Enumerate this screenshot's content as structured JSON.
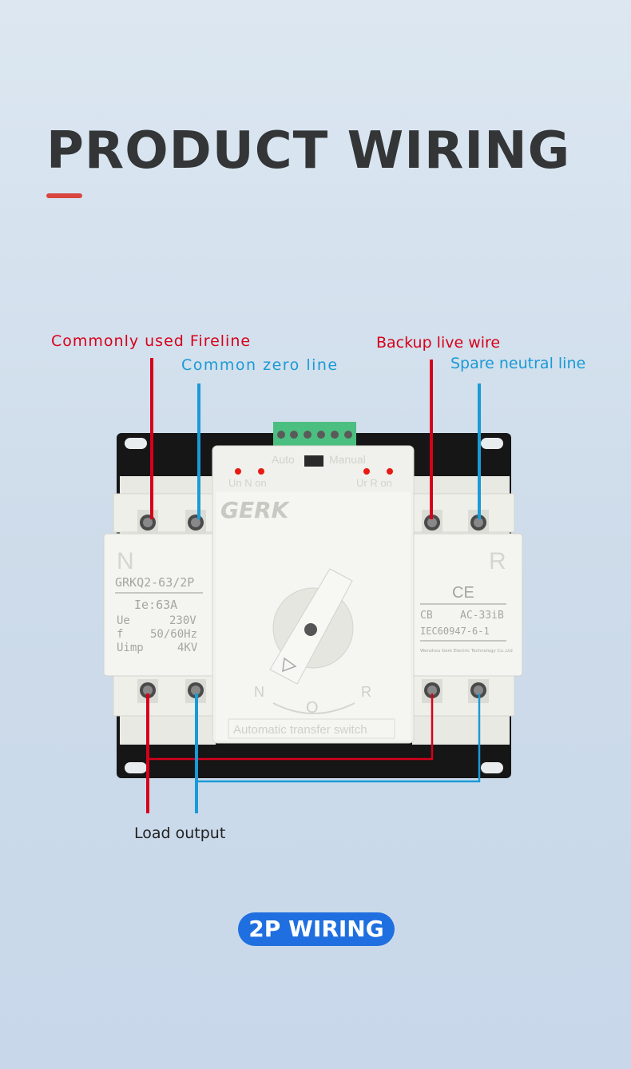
{
  "title": "PRODUCT WIRING",
  "labels": {
    "common_fireline": "Commonly used Fireline",
    "common_zero": "Common zero line",
    "backup_live": "Backup live wire",
    "spare_neutral": "Spare neutral line",
    "load_output": "Load output"
  },
  "device": {
    "brand": "GERK",
    "left_letter": "N",
    "right_letter": "R",
    "model": "GRKQ2-63/2P",
    "current": "Ie:63A",
    "spec_ue_label": "Ue",
    "spec_ue_value": "230V",
    "spec_f_label": "f",
    "spec_f_value": "50/60Hz",
    "spec_uimp_label": "Uimp",
    "spec_uimp_value": "4KV",
    "ce_mark": "CE",
    "cb_label": "CB",
    "category": "AC-33iB",
    "standard": "IEC60947-6-1",
    "maker": "Wenzhou Gerk Electric Technology Co.,Ltd",
    "indicator_left": "Un N on",
    "indicator_right": "Ur R on",
    "mode_auto": "Auto",
    "mode_manual": "Manual",
    "dial_n": "N",
    "dial_o": "O",
    "dial_r": "R",
    "footer": "Automatic transfer switch"
  },
  "badge": "2P WIRING",
  "colors": {
    "live": "#d7001b",
    "neutral": "#1a9ad6",
    "accent": "#d9463f",
    "badge": "#1f6fe0"
  }
}
